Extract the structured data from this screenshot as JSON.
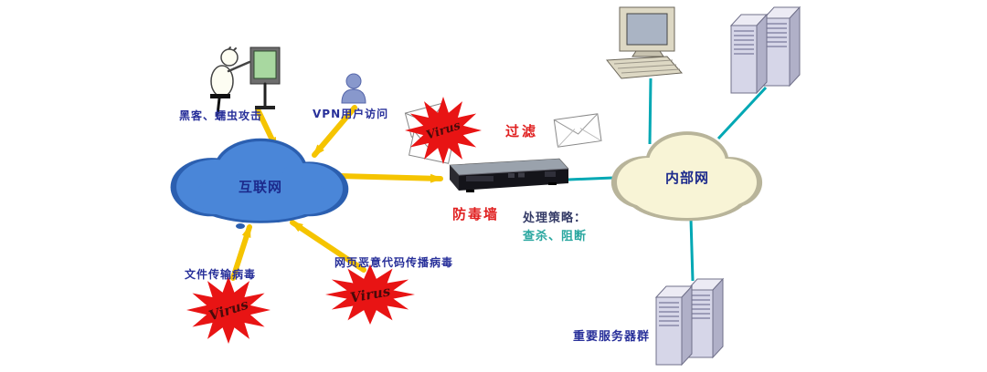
{
  "diagram": {
    "hacker_label": "黑客、蠕虫攻击",
    "vpn_label": "VPN用户访问",
    "internet_label": "互联网",
    "virus_label": "Virus",
    "filter_label": "过滤",
    "firewall_label": "防毒墙",
    "strategy_title": "处理策略：",
    "strategy_value": "查杀、阻断",
    "intranet_label": "内部网",
    "file_virus_label": "文件传输病毒",
    "web_virus_label": "网页恶意代码传播病毒",
    "servers_label": "重要服务器群"
  },
  "colors": {
    "internet_cloud": "#4a86d8",
    "internet_cloud_border": "#2b5fb0",
    "intranet_cloud": "#f8f4d6",
    "intranet_cloud_border": "#b8b49a",
    "arrow_yellow": "#f5c400",
    "connector_teal": "#00a8b4",
    "virus_star_red": "#e81414",
    "label_navy": "#28309a",
    "label_red": "#e02020",
    "strategy_teal": "#2aa7a0"
  }
}
